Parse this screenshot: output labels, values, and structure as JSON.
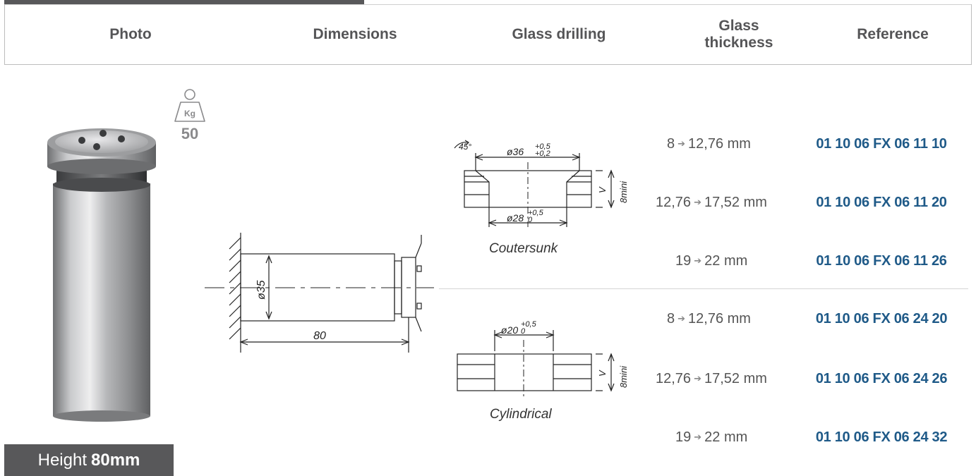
{
  "header": {
    "photo": "Photo",
    "dimensions": "Dimensions",
    "glass_drilling": "Glass drilling",
    "glass_thickness_line1": "Glass",
    "glass_thickness_line2": "thickness",
    "reference": "Reference"
  },
  "product": {
    "weight_unit": "Kg",
    "weight_value": "50",
    "height_label": "Height",
    "height_value": "80mm"
  },
  "dimensions": {
    "diameter": "ø35",
    "length": "80"
  },
  "countersunk": {
    "caption": "Coutersunk",
    "angle": "45°",
    "top_diameter": "ø36",
    "top_tol_plus": "+0,5",
    "top_tol_minus": "+0,2",
    "bottom_diameter": "ø28",
    "bottom_tol_plus": "+0,5",
    "bottom_tol_minus": "0",
    "v_label": "V",
    "min_label": "8mini",
    "rows": [
      {
        "from": "8",
        "to": "12,76 mm",
        "ref": "01 10 06 FX 06 11 10"
      },
      {
        "from": "12,76",
        "to": "17,52 mm",
        "ref": "01 10 06 FX 06 11 20"
      },
      {
        "from": "19",
        "to": "22 mm",
        "ref": "01 10 06 FX 06 11 26"
      }
    ]
  },
  "cylindrical": {
    "caption": "Cylindrical",
    "diameter": "ø20",
    "tol_plus": "+0,5",
    "tol_minus": "0",
    "v_label": "V",
    "min_label": "8mini",
    "rows": [
      {
        "from": "8",
        "to": "12,76 mm",
        "ref": "01 10 06 FX 06 24 20"
      },
      {
        "from": "12,76",
        "to": "17,52 mm",
        "ref": "01 10 06 FX 06 24 26"
      },
      {
        "from": "19",
        "to": "22 mm",
        "ref": "01 10 06 FX 06 24 32"
      }
    ]
  },
  "colors": {
    "dark_gray": "#58585a",
    "reference_blue": "#1f5a88"
  },
  "icons": {
    "weight": "weight-kg-icon",
    "arrow": "arrow-right-icon"
  }
}
